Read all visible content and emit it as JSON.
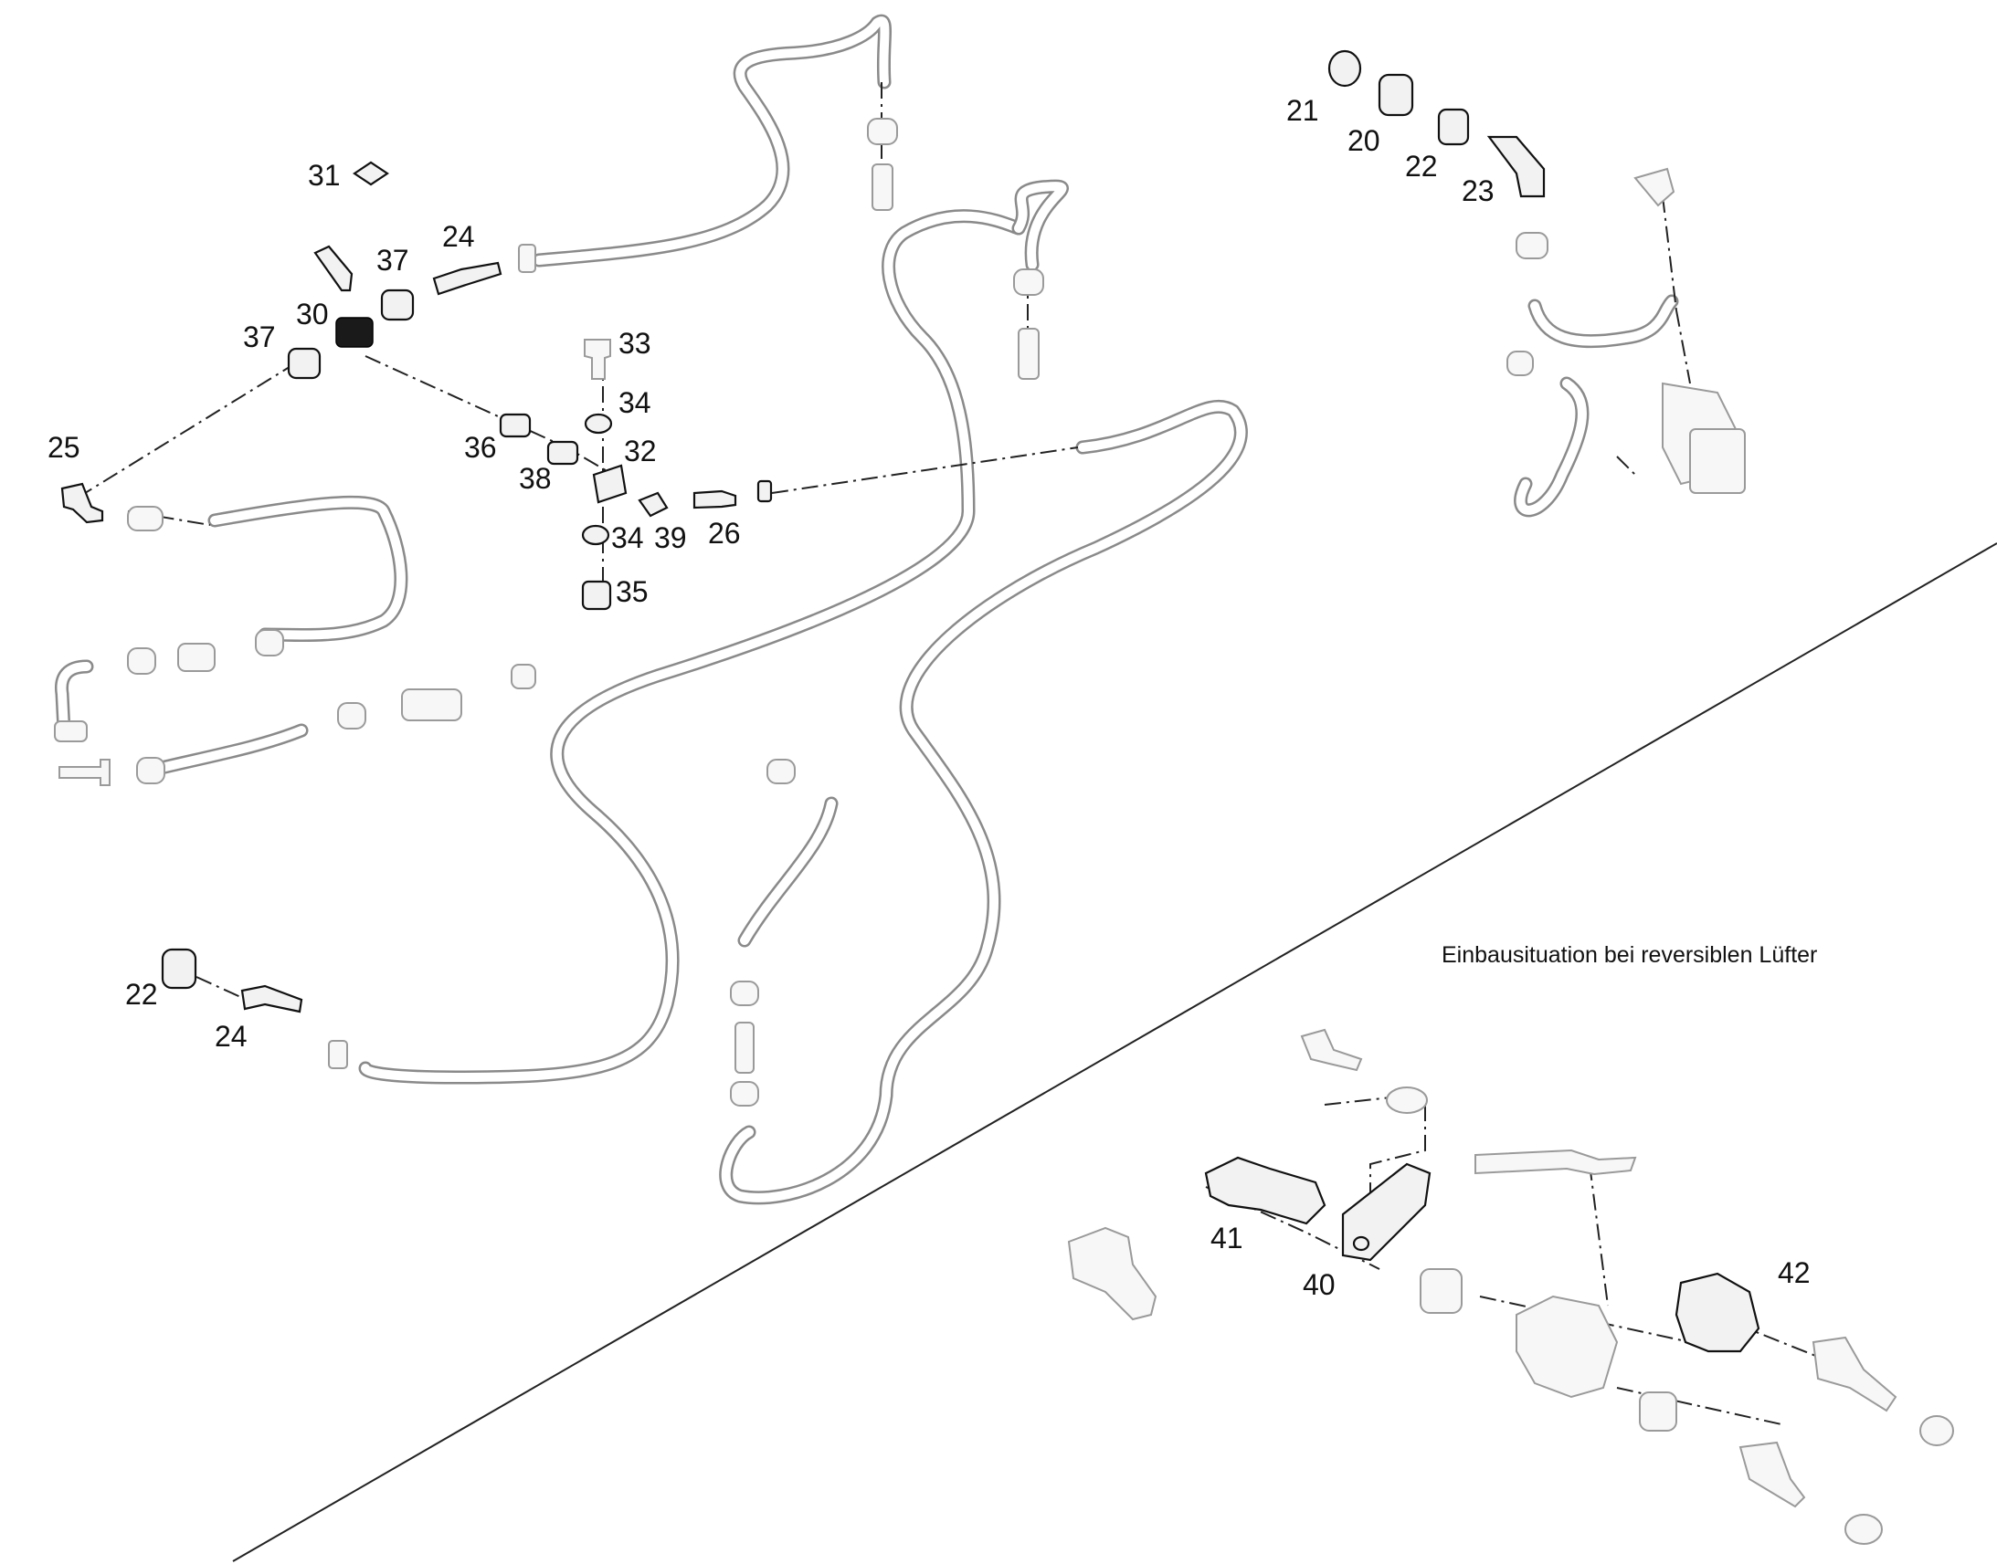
{
  "diagram": {
    "caption": "Einbausituation bei reversiblen Lüfter",
    "callouts": [
      {
        "id": "21",
        "text": "21"
      },
      {
        "id": "20",
        "text": "20"
      },
      {
        "id": "22a",
        "text": "22"
      },
      {
        "id": "23",
        "text": "23"
      },
      {
        "id": "31",
        "text": "31"
      },
      {
        "id": "24a",
        "text": "24"
      },
      {
        "id": "37a",
        "text": "37"
      },
      {
        "id": "30",
        "text": "30"
      },
      {
        "id": "37b",
        "text": "37"
      },
      {
        "id": "33",
        "text": "33"
      },
      {
        "id": "34a",
        "text": "34"
      },
      {
        "id": "25",
        "text": "25"
      },
      {
        "id": "36",
        "text": "36"
      },
      {
        "id": "32",
        "text": "32"
      },
      {
        "id": "38",
        "text": "38"
      },
      {
        "id": "34b",
        "text": "34"
      },
      {
        "id": "39",
        "text": "39"
      },
      {
        "id": "26",
        "text": "26"
      },
      {
        "id": "35",
        "text": "35"
      },
      {
        "id": "22b",
        "text": "22"
      },
      {
        "id": "24b",
        "text": "24"
      },
      {
        "id": "41",
        "text": "41"
      },
      {
        "id": "40",
        "text": "40"
      },
      {
        "id": "42",
        "text": "42"
      }
    ]
  }
}
